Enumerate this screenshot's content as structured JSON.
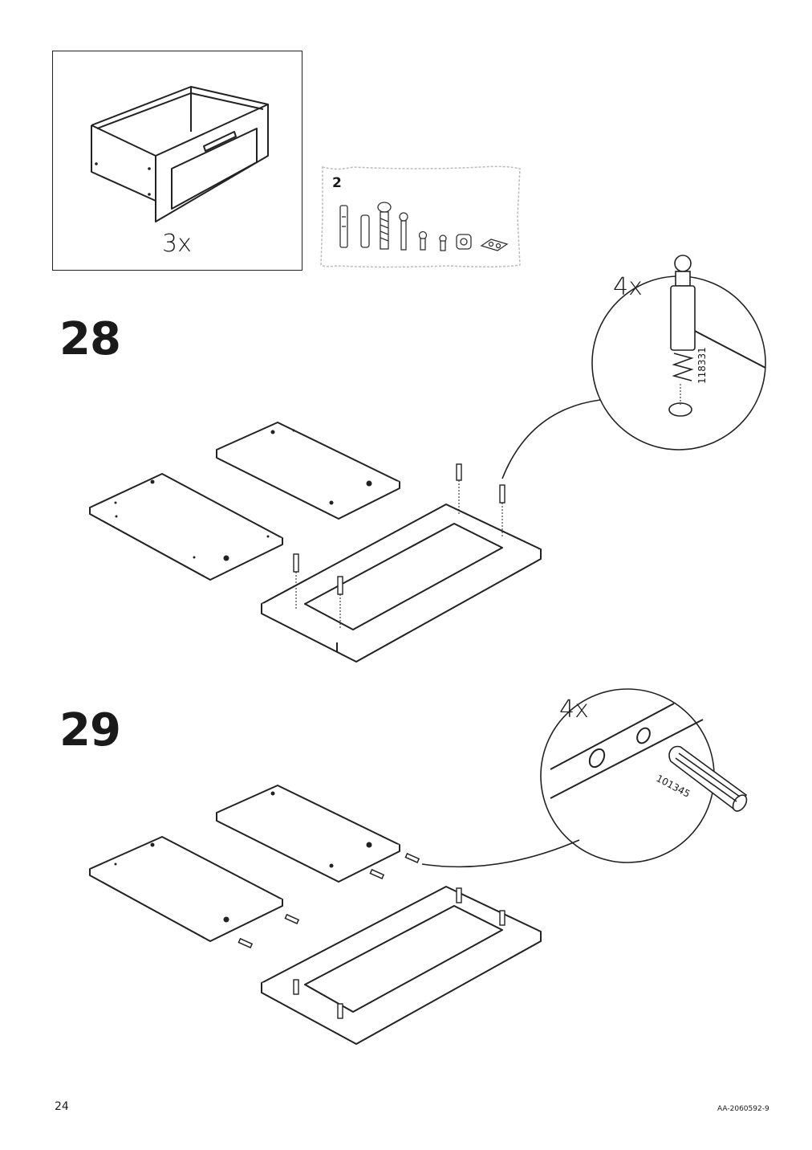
{
  "overview": {
    "quantity": "3x"
  },
  "bag": {
    "number": "2"
  },
  "steps": [
    {
      "number": "28",
      "callout_quantity": "4x",
      "part_number": "118331"
    },
    {
      "number": "29",
      "callout_quantity": "4x",
      "part_number": "101345"
    }
  ],
  "footer": {
    "page_number": "24",
    "document_code": "AA-2060592-9"
  }
}
